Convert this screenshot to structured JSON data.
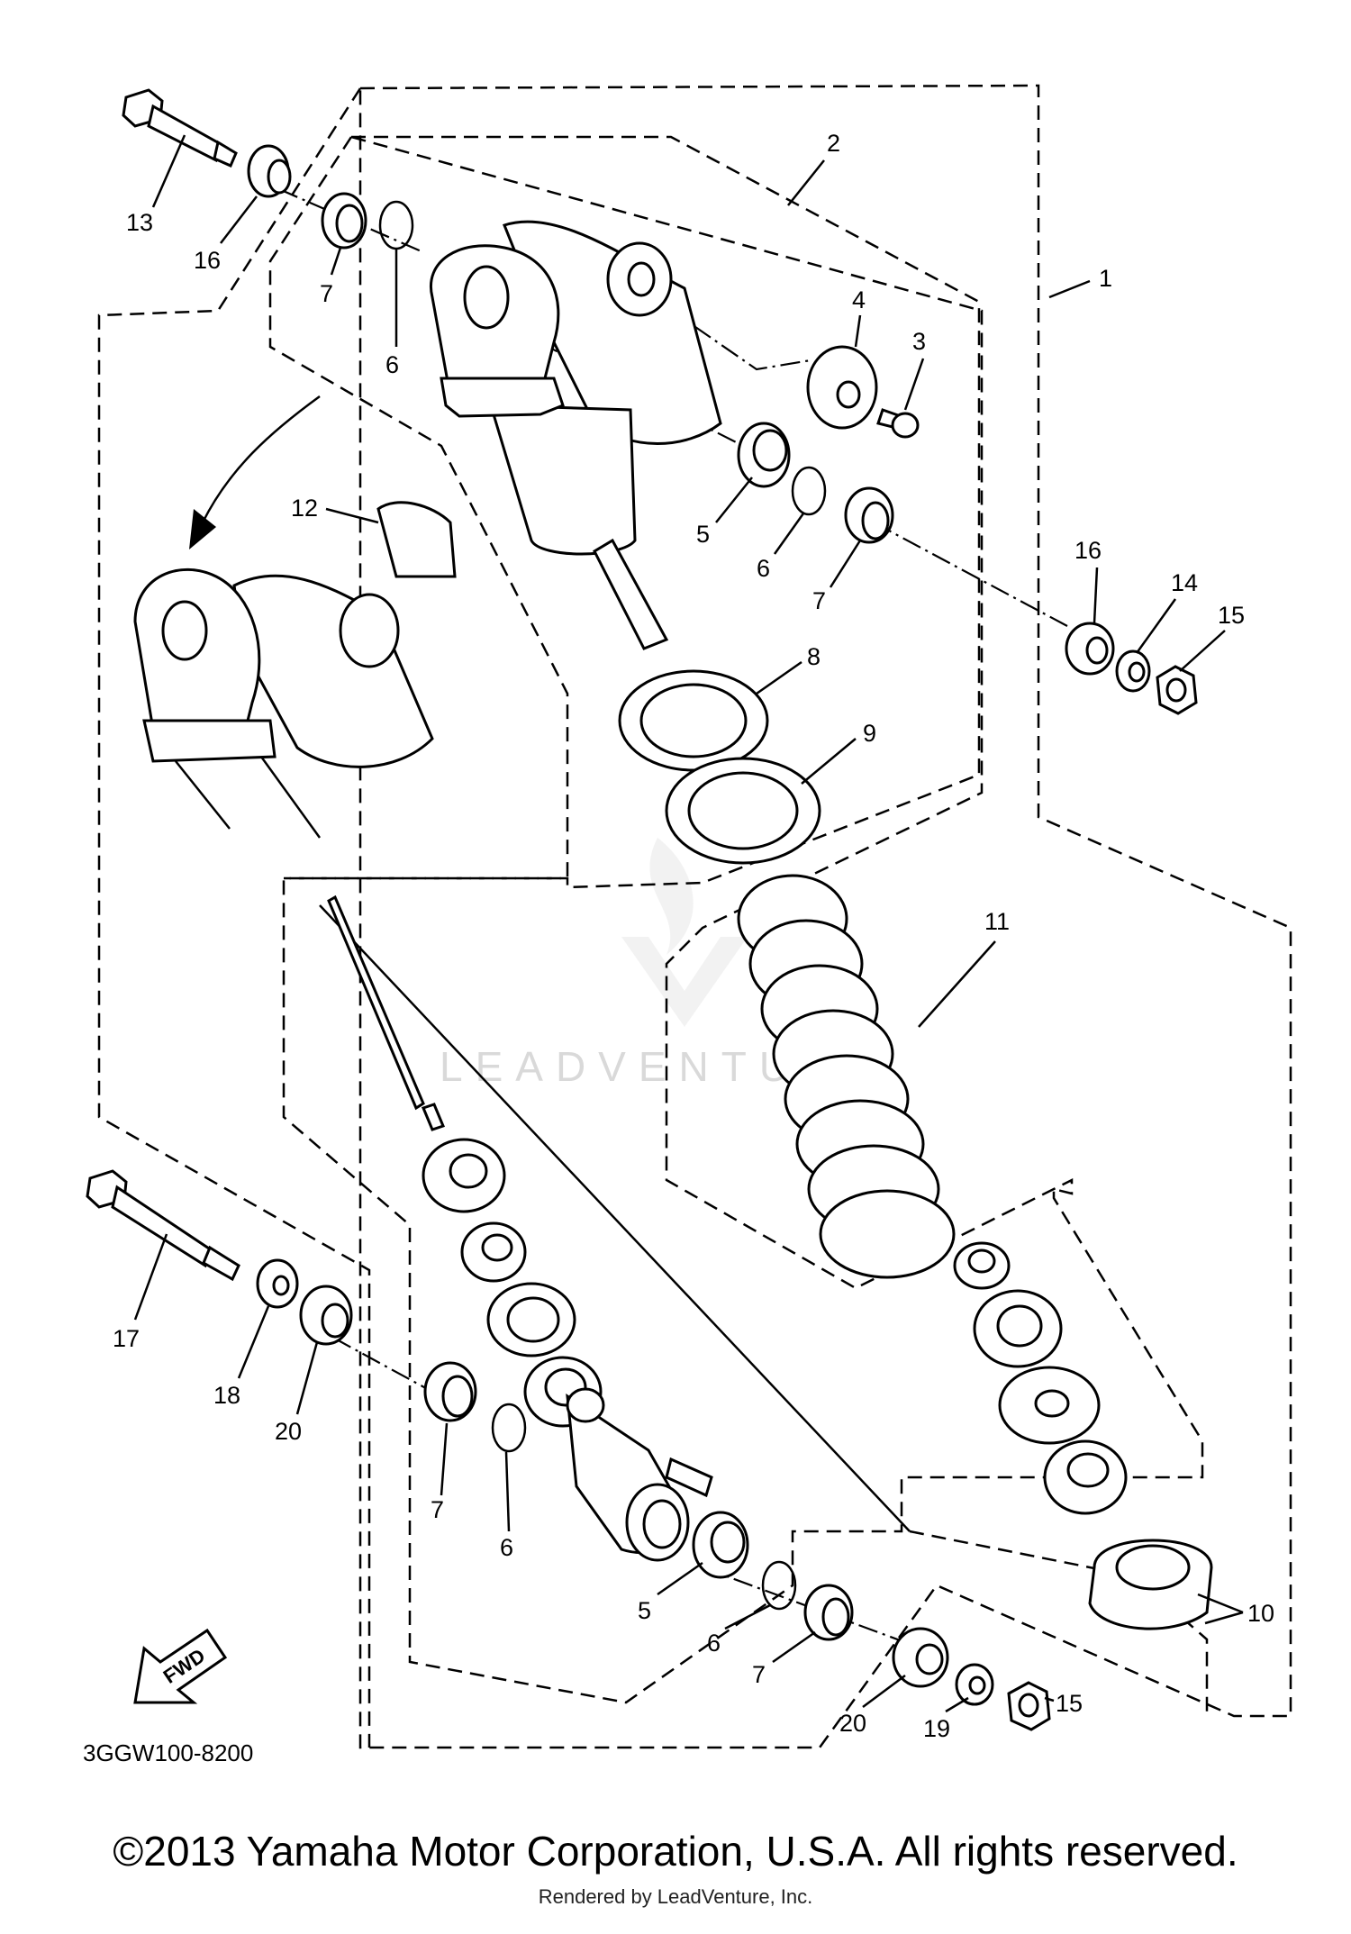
{
  "diagram_code": "3GGW100-8200",
  "fwd_label": "FWD",
  "watermark": "LEADVENTURE",
  "copyright": "©2013 Yamaha Motor Corporation, U.S.A. All rights reserved.",
  "rendered_by": "Rendered by LeadVenture, Inc.",
  "callouts": {
    "c1": "1",
    "c2": "2",
    "c3": "3",
    "c4": "4",
    "c5a": "5",
    "c5b": "5",
    "c6a": "6",
    "c6b": "6",
    "c6c": "6",
    "c6d": "6",
    "c7a": "7",
    "c7b": "7",
    "c7c": "7",
    "c7d": "7",
    "c8": "8",
    "c9": "9",
    "c10": "10",
    "c11": "11",
    "c12": "12",
    "c13": "13",
    "c14": "14",
    "c15a": "15",
    "c15b": "15",
    "c16a": "16",
    "c16b": "16",
    "c17": "17",
    "c18": "18",
    "c19": "19",
    "c20a": "20",
    "c20b": "20"
  }
}
